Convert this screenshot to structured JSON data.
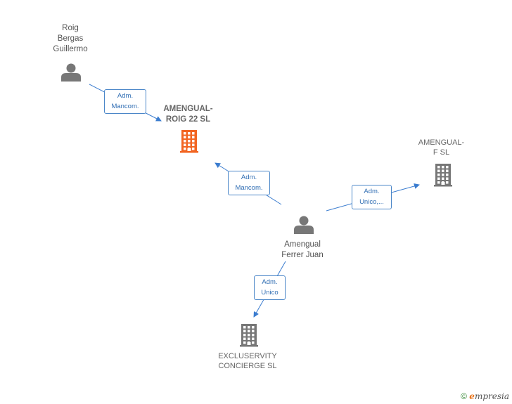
{
  "colors": {
    "edge": "#3a7ccf",
    "label_border": "#4a86c8",
    "person": "#777777",
    "company": "#777777",
    "main_company": "#f26522"
  },
  "nodes": [
    {
      "id": "roig",
      "kind": "person",
      "label": "Roig\nBergas\nGuillermo",
      "icon": "person-icon"
    },
    {
      "id": "amengual_roig",
      "kind": "company-main",
      "label": "AMENGUAL-\nROIG 22  SL",
      "icon": "building-icon"
    },
    {
      "id": "amengual_f",
      "kind": "company",
      "label": "AMENGUAL-\nF  SL",
      "icon": "building-icon"
    },
    {
      "id": "amengual_ferrer",
      "kind": "person",
      "label": "Amengual\nFerrer Juan",
      "icon": "person-icon"
    },
    {
      "id": "excluservity",
      "kind": "company",
      "label": "EXCLUSERVITY\nCONCIERGE SL",
      "icon": "building-icon"
    }
  ],
  "edges": [
    {
      "from": "roig",
      "to": "amengual_roig",
      "label": "Adm.\nMancom."
    },
    {
      "from": "amengual_ferrer",
      "to": "amengual_roig",
      "label": "Adm.\nMancom."
    },
    {
      "from": "amengual_ferrer",
      "to": "amengual_f",
      "label": "Adm.\nUnico,..."
    },
    {
      "from": "amengual_ferrer",
      "to": "excluservity",
      "label": "Adm.\nUnico"
    }
  ],
  "footer": {
    "copyright": "©",
    "brand_e": "e",
    "brand_rest": "mpresia"
  }
}
